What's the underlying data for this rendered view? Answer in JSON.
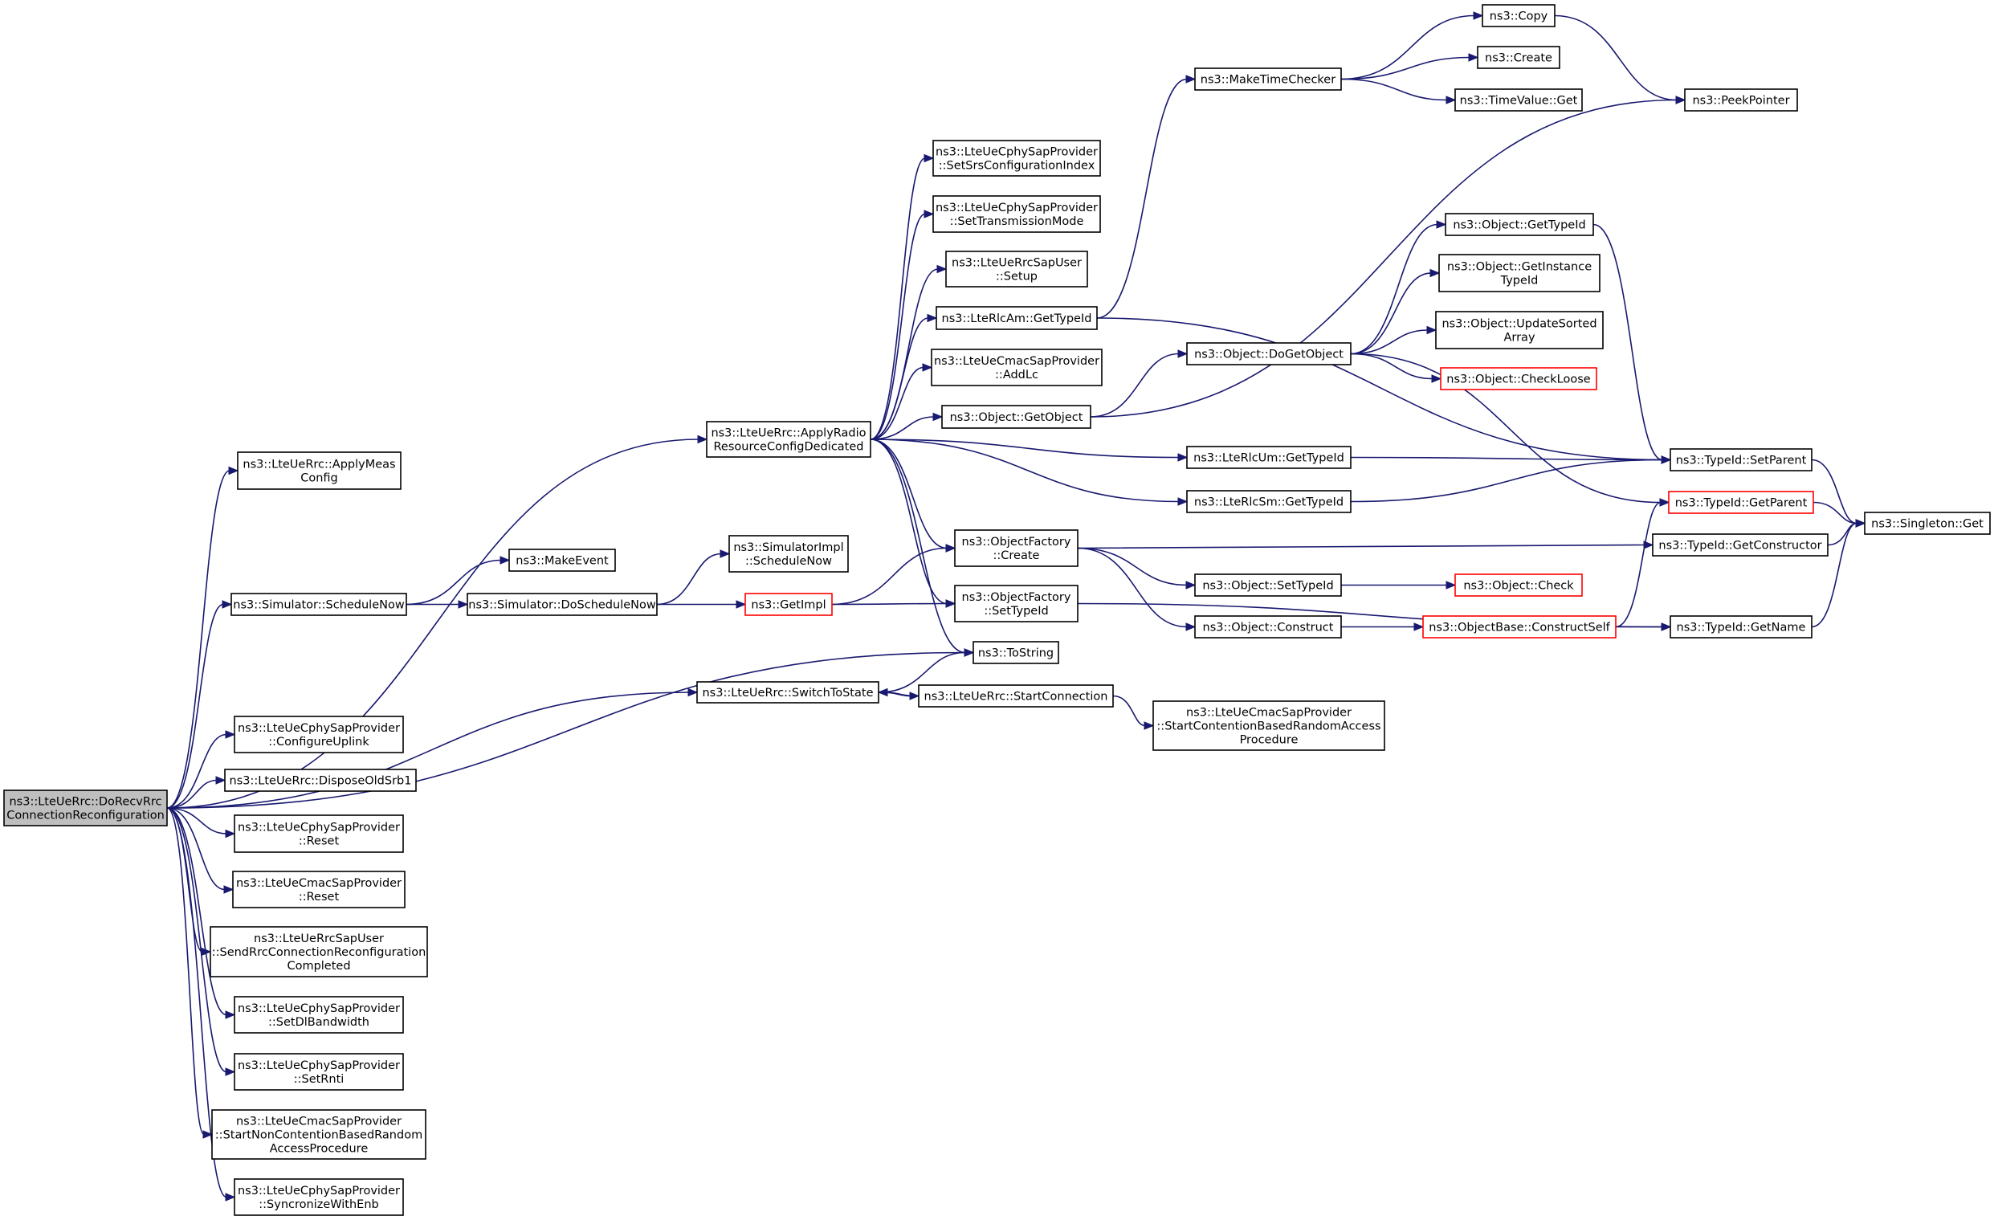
{
  "graph": {
    "kind": "call-graph",
    "edge_color": "#191970",
    "root_fill": "#bfbfbf",
    "truncated_border_color": "#ff0000",
    "nodes": [
      {
        "id": "root",
        "lines": [
          "ns3::LteUeRrc::DoRecvRrc",
          "ConnectionReconfiguration"
        ],
        "root": true
      },
      {
        "id": "applyMeas",
        "lines": [
          "ns3::LteUeRrc::ApplyMeas",
          "Config"
        ]
      },
      {
        "id": "applyRadio",
        "lines": [
          "ns3::LteUeRrc::ApplyRadio",
          "ResourceConfigDedicated"
        ]
      },
      {
        "id": "schedNow",
        "lines": [
          "ns3::Simulator::ScheduleNow"
        ]
      },
      {
        "id": "makeEvent",
        "lines": [
          "ns3::MakeEvent"
        ]
      },
      {
        "id": "doSchedNow",
        "lines": [
          "ns3::Simulator::DoScheduleNow"
        ]
      },
      {
        "id": "simImplSched",
        "lines": [
          "ns3::SimulatorImpl",
          "::ScheduleNow"
        ]
      },
      {
        "id": "getImpl",
        "lines": [
          "ns3::GetImpl"
        ],
        "truncated": true
      },
      {
        "id": "toString",
        "lines": [
          "ns3::ToString"
        ]
      },
      {
        "id": "switchToState",
        "lines": [
          "ns3::LteUeRrc::SwitchToState"
        ]
      },
      {
        "id": "startConn",
        "lines": [
          "ns3::LteUeRrc::StartConnection"
        ]
      },
      {
        "id": "startContention",
        "lines": [
          "ns3::LteUeCmacSapProvider",
          "::StartContentionBasedRandomAccess",
          "Procedure"
        ]
      },
      {
        "id": "cfgUplink",
        "lines": [
          "ns3::LteUeCphySapProvider",
          "::ConfigureUplink"
        ]
      },
      {
        "id": "disposeSrb1",
        "lines": [
          "ns3::LteUeRrc::DisposeOldSrb1"
        ]
      },
      {
        "id": "cphyReset",
        "lines": [
          "ns3::LteUeCphySapProvider",
          "::Reset"
        ]
      },
      {
        "id": "cmacReset",
        "lines": [
          "ns3::LteUeCmacSapProvider",
          "::Reset"
        ]
      },
      {
        "id": "sendRrc",
        "lines": [
          "ns3::LteUeRrcSapUser",
          "::SendRrcConnectionReconfiguration",
          "Completed"
        ]
      },
      {
        "id": "setDlBw",
        "lines": [
          "ns3::LteUeCphySapProvider",
          "::SetDlBandwidth"
        ]
      },
      {
        "id": "setRnti",
        "lines": [
          "ns3::LteUeCphySapProvider",
          "::SetRnti"
        ]
      },
      {
        "id": "startNonCont",
        "lines": [
          "ns3::LteUeCmacSapProvider",
          "::StartNonContentionBasedRandom",
          "AccessProcedure"
        ]
      },
      {
        "id": "syncEnb",
        "lines": [
          "ns3::LteUeCphySapProvider",
          "::SyncronizeWithEnb"
        ]
      },
      {
        "id": "setSrs",
        "lines": [
          "ns3::LteUeCphySapProvider",
          "::SetSrsConfigurationIndex"
        ]
      },
      {
        "id": "setTxMode",
        "lines": [
          "ns3::LteUeCphySapProvider",
          "::SetTransmissionMode"
        ]
      },
      {
        "id": "rrcSetup",
        "lines": [
          "ns3::LteUeRrcSapUser",
          "::Setup"
        ]
      },
      {
        "id": "rlcAmTid",
        "lines": [
          "ns3::LteRlcAm::GetTypeId"
        ]
      },
      {
        "id": "addLc",
        "lines": [
          "ns3::LteUeCmacSapProvider",
          "::AddLc"
        ]
      },
      {
        "id": "objGetObject",
        "lines": [
          "ns3::Object::GetObject"
        ]
      },
      {
        "id": "ofCreate",
        "lines": [
          "ns3::ObjectFactory",
          "::Create"
        ]
      },
      {
        "id": "ofSetTid",
        "lines": [
          "ns3::ObjectFactory",
          "::SetTypeId"
        ]
      },
      {
        "id": "makeTimeChecker",
        "lines": [
          "ns3::MakeTimeChecker"
        ]
      },
      {
        "id": "copy",
        "lines": [
          "ns3::Copy"
        ]
      },
      {
        "id": "create",
        "lines": [
          "ns3::Create"
        ]
      },
      {
        "id": "timeValueGet",
        "lines": [
          "ns3::TimeValue::Get"
        ]
      },
      {
        "id": "peekPointer",
        "lines": [
          "ns3::PeekPointer"
        ]
      },
      {
        "id": "objGetTypeId",
        "lines": [
          "ns3::Object::GetTypeId"
        ]
      },
      {
        "id": "objGetInstTid",
        "lines": [
          "ns3::Object::GetInstance",
          "TypeId"
        ]
      },
      {
        "id": "objUpdSorted",
        "lines": [
          "ns3::Object::UpdateSorted",
          "Array"
        ]
      },
      {
        "id": "objDoGetObject",
        "lines": [
          "ns3::Object::DoGetObject"
        ]
      },
      {
        "id": "objCheckLoose",
        "lines": [
          "ns3::Object::CheckLoose"
        ],
        "truncated": true
      },
      {
        "id": "rlcUmTid",
        "lines": [
          "ns3::LteRlcUm::GetTypeId"
        ]
      },
      {
        "id": "rlcSmTid",
        "lines": [
          "ns3::LteRlcSm::GetTypeId"
        ]
      },
      {
        "id": "tidSetParent",
        "lines": [
          "ns3::TypeId::SetParent"
        ]
      },
      {
        "id": "tidGetParent",
        "lines": [
          "ns3::TypeId::GetParent"
        ],
        "truncated": true
      },
      {
        "id": "singletonGet",
        "lines": [
          "ns3::Singleton::Get"
        ]
      },
      {
        "id": "tidGetCtor",
        "lines": [
          "ns3::TypeId::GetConstructor"
        ]
      },
      {
        "id": "objSetTid",
        "lines": [
          "ns3::Object::SetTypeId"
        ]
      },
      {
        "id": "objCheck",
        "lines": [
          "ns3::Object::Check"
        ],
        "truncated": true
      },
      {
        "id": "objConstruct",
        "lines": [
          "ns3::Object::Construct"
        ]
      },
      {
        "id": "constructSelf",
        "lines": [
          "ns3::ObjectBase::ConstructSelf"
        ],
        "truncated": true
      },
      {
        "id": "tidGetName",
        "lines": [
          "ns3::TypeId::GetName"
        ]
      }
    ],
    "edges": [
      [
        "root",
        "applyMeas"
      ],
      [
        "root",
        "applyRadio"
      ],
      [
        "root",
        "schedNow"
      ],
      [
        "root",
        "toString"
      ],
      [
        "root",
        "switchToState"
      ],
      [
        "root",
        "cfgUplink"
      ],
      [
        "root",
        "disposeSrb1"
      ],
      [
        "root",
        "cphyReset"
      ],
      [
        "root",
        "cmacReset"
      ],
      [
        "root",
        "sendRrc"
      ],
      [
        "root",
        "setDlBw"
      ],
      [
        "root",
        "setRnti"
      ],
      [
        "root",
        "startNonCont"
      ],
      [
        "root",
        "syncEnb"
      ],
      [
        "applyRadio",
        "setSrs"
      ],
      [
        "applyRadio",
        "setTxMode"
      ],
      [
        "applyRadio",
        "rrcSetup"
      ],
      [
        "applyRadio",
        "rlcAmTid"
      ],
      [
        "applyRadio",
        "addLc"
      ],
      [
        "applyRadio",
        "objGetObject"
      ],
      [
        "applyRadio",
        "rlcUmTid"
      ],
      [
        "applyRadio",
        "rlcSmTid"
      ],
      [
        "applyRadio",
        "ofCreate"
      ],
      [
        "applyRadio",
        "ofSetTid"
      ],
      [
        "applyRadio",
        "toString"
      ],
      [
        "schedNow",
        "makeEvent"
      ],
      [
        "schedNow",
        "doSchedNow"
      ],
      [
        "doSchedNow",
        "simImplSched"
      ],
      [
        "doSchedNow",
        "getImpl"
      ],
      [
        "getImpl",
        "ofCreate"
      ],
      [
        "getImpl",
        "ofSetTid"
      ],
      [
        "switchToState",
        "toString"
      ],
      [
        "switchToState",
        "startConn"
      ],
      [
        "startConn",
        "switchToState"
      ],
      [
        "startConn",
        "startContention"
      ],
      [
        "rlcAmTid",
        "makeTimeChecker"
      ],
      [
        "rlcAmTid",
        "tidSetParent"
      ],
      [
        "makeTimeChecker",
        "copy"
      ],
      [
        "makeTimeChecker",
        "create"
      ],
      [
        "makeTimeChecker",
        "timeValueGet"
      ],
      [
        "copy",
        "peekPointer"
      ],
      [
        "objGetObject",
        "objDoGetObject"
      ],
      [
        "objGetObject",
        "peekPointer"
      ],
      [
        "objDoGetObject",
        "objGetTypeId"
      ],
      [
        "objDoGetObject",
        "objGetInstTid"
      ],
      [
        "objDoGetObject",
        "objUpdSorted"
      ],
      [
        "objDoGetObject",
        "objCheckLoose"
      ],
      [
        "objDoGetObject",
        "tidGetParent"
      ],
      [
        "objGetTypeId",
        "tidSetParent"
      ],
      [
        "rlcUmTid",
        "tidSetParent"
      ],
      [
        "rlcSmTid",
        "tidSetParent"
      ],
      [
        "tidSetParent",
        "singletonGet"
      ],
      [
        "tidGetParent",
        "singletonGet"
      ],
      [
        "tidGetCtor",
        "singletonGet"
      ],
      [
        "tidGetName",
        "singletonGet"
      ],
      [
        "ofCreate",
        "tidGetCtor"
      ],
      [
        "ofCreate",
        "objSetTid"
      ],
      [
        "ofCreate",
        "objConstruct"
      ],
      [
        "ofSetTid",
        "tidGetName"
      ],
      [
        "objSetTid",
        "objCheck"
      ],
      [
        "objConstruct",
        "constructSelf"
      ],
      [
        "constructSelf",
        "tidGetParent"
      ],
      [
        "constructSelf",
        "tidGetName"
      ]
    ]
  }
}
